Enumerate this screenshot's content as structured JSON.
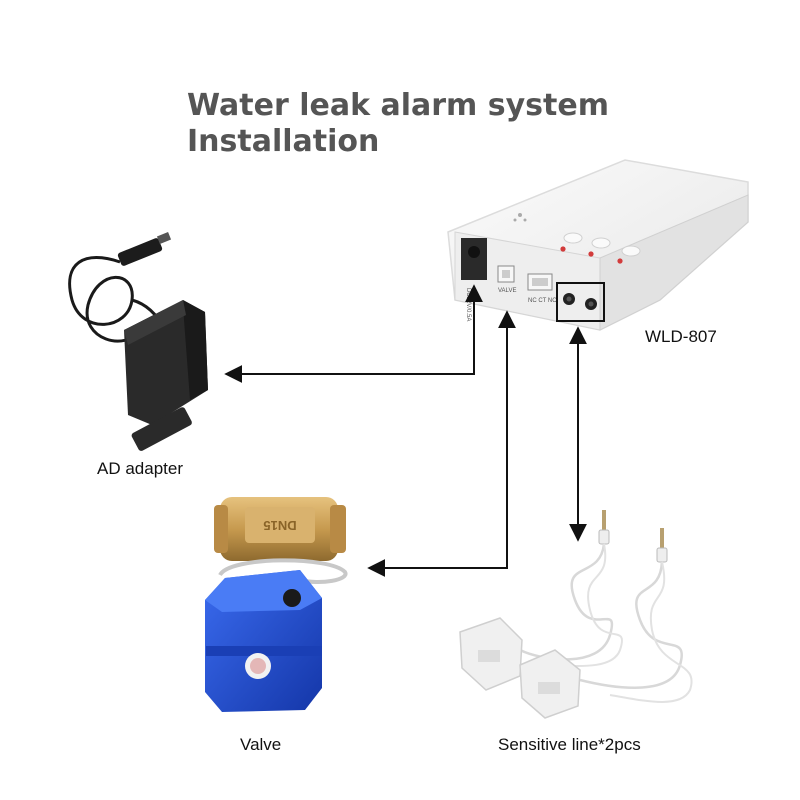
{
  "title": {
    "line1": "Water leak alarm system",
    "line2": "Installation"
  },
  "device": {
    "model": "WLD-807",
    "port_dc": "DC12V/0.5A",
    "port_valve": "VALVE",
    "port_relay": "NC CT NO"
  },
  "components": {
    "adapter": "AD adapter",
    "valve": "Valve",
    "valve_mark": "DN15",
    "sensor": "Sensitive line*2pcs"
  },
  "colors": {
    "title": "#555555",
    "device_body": "#f3f3f3",
    "valve_actuator": "#1f4fd0",
    "valve_brass": "#c9a05a",
    "led": "#d23b3b",
    "connector_arrow": "#111111"
  }
}
